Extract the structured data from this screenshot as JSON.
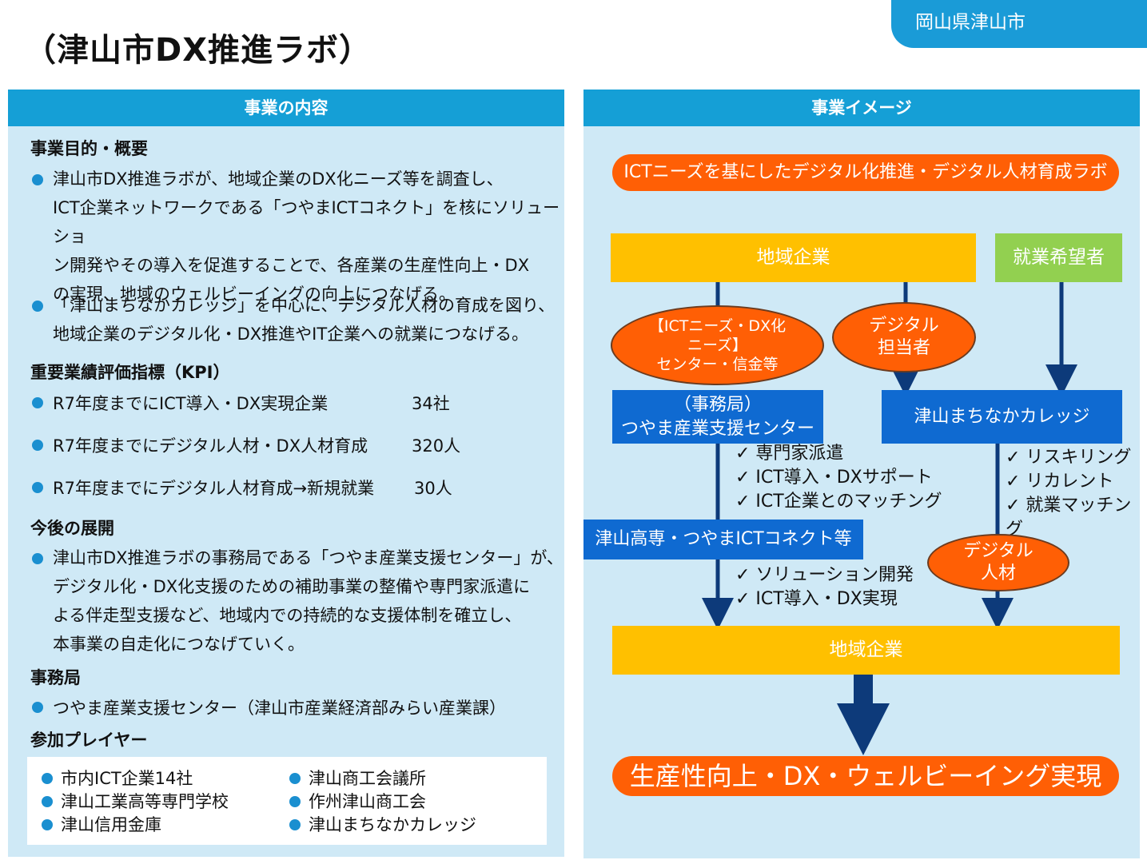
{
  "header": {
    "prefecture": "岡山県津山市",
    "title": "（津山市DX推進ラボ）"
  },
  "left_panel": {
    "heading": "事業の内容",
    "purpose": {
      "heading": "事業目的・概要",
      "bullets": [
        [
          "津山市DX推進ラボが、地域企業のDX化ニーズ等を調査し、",
          "ICT企業ネットワークである「つやまICTコネクト」を核にソリューショ",
          "ン開発やその導入を促進することで、各産業の生産性向上・DX",
          "の実現、地域のウェルビーイングの向上につなげる。"
        ],
        [
          "「津山まちなかカレッジ」を中心に、デジタル人材の育成を図り、",
          "地域企業のデジタル化・DX推進やIT企業への就業につなげる。"
        ]
      ]
    },
    "kpi": {
      "heading": "重要業績評価指標（KPI）",
      "items": [
        {
          "label": "R7年度までにICT導入・DX実現企業",
          "value": "34社"
        },
        {
          "label": "R7年度までにデジタル人材・DX人材育成",
          "value": "320人"
        },
        {
          "label": "R7年度までにデジタル人材育成→新規就業",
          "value": "30人"
        }
      ]
    },
    "future": {
      "heading": "今後の展開",
      "lines": [
        "津山市DX推進ラボの事務局である「つやま産業支援センター」が、",
        "デジタル化・DX化支援のための補助事業の整備や専門家派遣に",
        "よる伴走型支援など、地域内での持続的な支援体制を確立し、",
        "本事業の自走化につなげていく。"
      ]
    },
    "office": {
      "heading": "事務局",
      "text": "つやま産業支援センター（津山市産業経済部みらい産業課）"
    },
    "players": {
      "heading": "参加プレイヤー",
      "items": [
        "市内ICT企業14社",
        "津山商工会議所",
        "津山工業高等専門学校",
        "作州津山商工会",
        "津山信用金庫",
        "津山まちなかカレッジ"
      ]
    }
  },
  "right_panel": {
    "heading": "事業イメージ",
    "top_pill": "ICTニーズを基にしたデジタル化推進・デジタル人材育成ラボ",
    "companies_top": "地域企業",
    "job_seekers": "就業希望者",
    "ellipse_needs": [
      "【ICTニーズ・DX化",
      "ニーズ】",
      "センター・信金等"
    ],
    "ellipse_staff": [
      "デジタル",
      "担当者"
    ],
    "office_box": [
      "（事務局）",
      "つやま産業支援センター"
    ],
    "college_box": "津山まちなかカレッジ",
    "office_checks": [
      "✓ 専門家派遣",
      "✓ ICT導入・DXサポート",
      "✓ ICT企業とのマッチング"
    ],
    "college_checks": [
      "✓ リスキリング",
      "✓ リカレント",
      "✓ 就業マッチング"
    ],
    "kosen_box": "津山高専・つやまICTコネクト等",
    "kosen_checks": [
      "✓ ソリューション開発",
      "✓ ICT導入・DX実現"
    ],
    "ellipse_talent": [
      "デジタル",
      "人材"
    ],
    "companies_bottom": "地域企業",
    "result_pill": "生産性向上・DX・ウェルビーイング実現"
  },
  "colors": {
    "accent_blue": "#159fd6",
    "panel_bg": "#cfe9f6",
    "orange": "#ff5f05",
    "yellow": "#ffc000",
    "green": "#92d050",
    "box_blue": "#0f6ad1",
    "arrow_navy": "#0d3a7a"
  }
}
